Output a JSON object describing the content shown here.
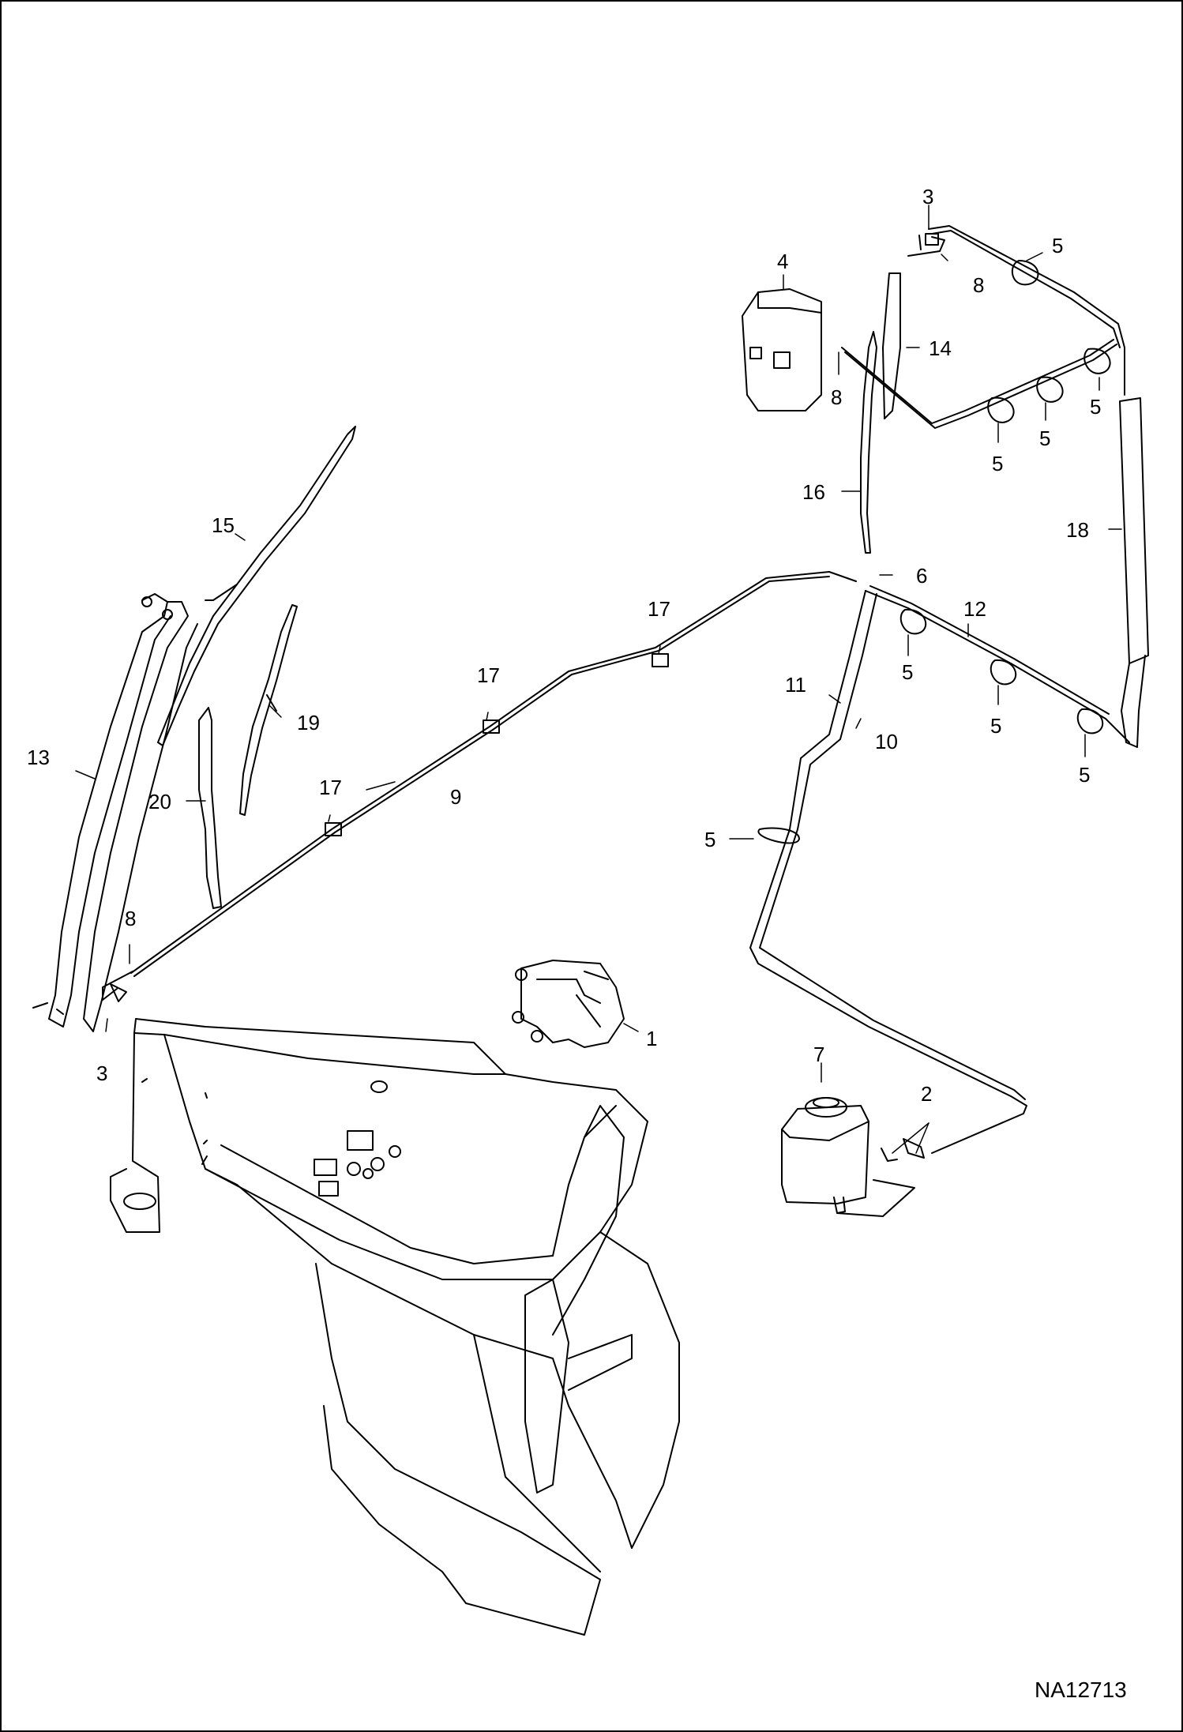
{
  "drawing_number": "NA12713",
  "callouts": [
    {
      "id": "c1",
      "text": "1"
    },
    {
      "id": "c2",
      "text": "2"
    },
    {
      "id": "c3a",
      "text": "3"
    },
    {
      "id": "c3b",
      "text": "3"
    },
    {
      "id": "c4",
      "text": "4"
    },
    {
      "id": "c5a",
      "text": "5"
    },
    {
      "id": "c5b",
      "text": "5"
    },
    {
      "id": "c5c",
      "text": "5"
    },
    {
      "id": "c5d",
      "text": "5"
    },
    {
      "id": "c5e",
      "text": "5"
    },
    {
      "id": "c5f",
      "text": "5"
    },
    {
      "id": "c5g",
      "text": "5"
    },
    {
      "id": "c5h",
      "text": "5"
    },
    {
      "id": "c6",
      "text": "6"
    },
    {
      "id": "c7",
      "text": "7"
    },
    {
      "id": "c8a",
      "text": "8"
    },
    {
      "id": "c8b",
      "text": "8"
    },
    {
      "id": "c8c",
      "text": "8"
    },
    {
      "id": "c9",
      "text": "9"
    },
    {
      "id": "c10",
      "text": "10"
    },
    {
      "id": "c11",
      "text": "11"
    },
    {
      "id": "c12",
      "text": "12"
    },
    {
      "id": "c13",
      "text": "13"
    },
    {
      "id": "c14",
      "text": "14"
    },
    {
      "id": "c15",
      "text": "15"
    },
    {
      "id": "c16",
      "text": "16"
    },
    {
      "id": "c17a",
      "text": "17"
    },
    {
      "id": "c17b",
      "text": "17"
    },
    {
      "id": "c17c",
      "text": "17"
    },
    {
      "id": "c18",
      "text": "18"
    },
    {
      "id": "c19",
      "text": "19"
    },
    {
      "id": "c20",
      "text": "20"
    }
  ]
}
